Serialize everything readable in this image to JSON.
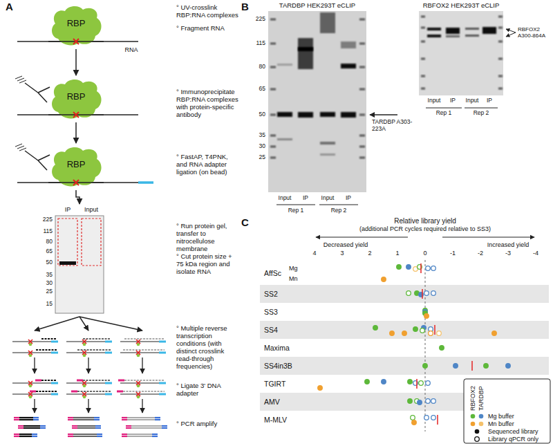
{
  "diagram": {
    "nodes": [
      {
        "text": [
          "RBP"
        ]
      },
      {
        "text": [
          "RBP"
        ]
      },
      {
        "text": [
          "RBP"
        ]
      },
      {
        "text": [
          "IP",
          "Input"
        ]
      }
    ],
    "edges": [
      {
        "from": 0,
        "to": 1,
        "arrow": "to"
      },
      {
        "from": 1,
        "to": 2,
        "arrow": "to"
      },
      {
        "from": 2,
        "to": 3,
        "arrow": "to"
      }
    ],
    "labels": [
      "A",
      "° UV-crosslink RBP:RNA complexes",
      "° Fragment RNA",
      "° Immunoprecipitate RBP:RNA complexes with protein-specific antibody",
      "° FastAP, T4PNK, and RNA adapter ligation (on bead)",
      "° Run protein gel, transfer to nitrocellulose membrane",
      "° Cut protein size + 75 kDa region and isolate RNA",
      "° Multiple reverse transcription conditions (with distinct crosslink read-through frequencies)",
      "° Ligate 3' DNA adapter",
      "° PCR amplify",
      "RNA",
      "225",
      "115",
      "80",
      "65",
      "50",
      "35",
      "30",
      "25",
      "15",
      "B",
      "TARDBP HEK293T eCLIP",
      "225",
      "115",
      "80",
      "65",
      "50",
      "35",
      "30",
      "25",
      "Input",
      "IP",
      "Input",
      "IP",
      "Rep 1",
      "Rep 2",
      "TARDBP A303-223A",
      "RBFOX2 HEK293T eCLIP",
      "Input",
      "IP",
      "Input",
      "IP",
      "Rep 1",
      "Rep 2",
      "RBFOX2 A300-864A",
      "C",
      "Relative library yield",
      "(additional PCR cycles required relative to SS3)",
      "Decreased yield",
      "Increased yield",
      "4",
      "3",
      "2",
      "1",
      "0",
      "-1",
      "-2",
      "-3",
      "-4",
      "AffSc",
      "Mg",
      "Mn",
      "SS2",
      "SS3",
      "SS4",
      "Maxima",
      "SS4in3B",
      "TGIRT",
      "AMV",
      "M-MLV",
      "RBFOX2",
      "TARDBP"
    ],
    "legend": [
      {
        "text": "Mg buffer"
      },
      {
        "text": "Mn buffer"
      },
      {
        "text": "Sequenced library"
      },
      {
        "text": "Library qPCR only"
      }
    ]
  }
}
